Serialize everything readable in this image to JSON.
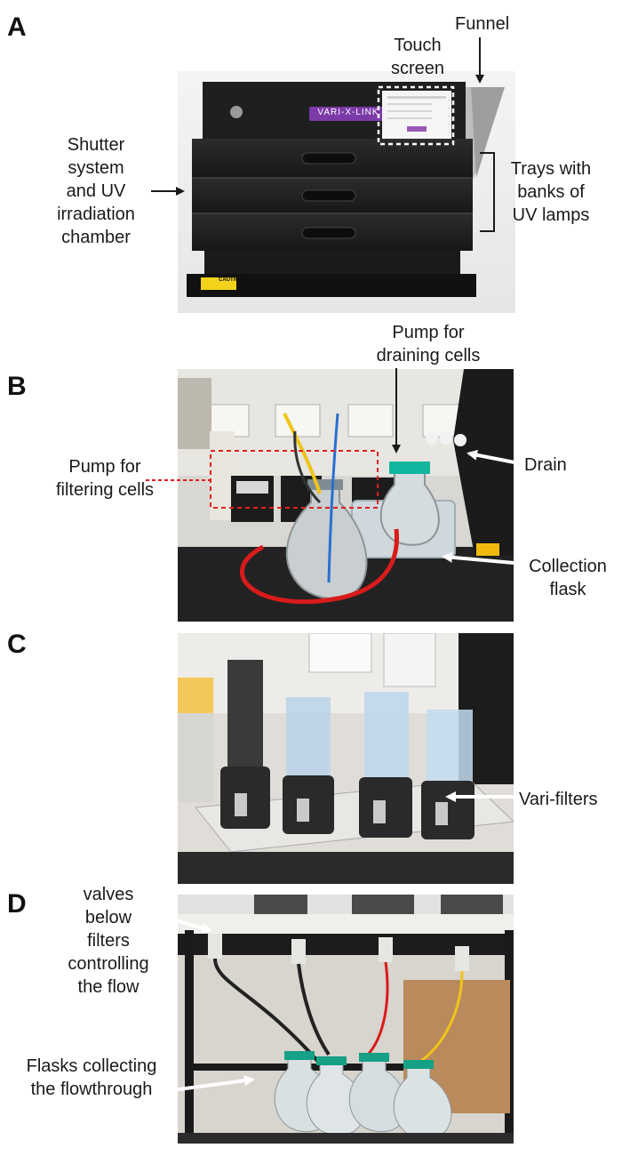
{
  "panels": {
    "a": {
      "letter": "A",
      "device_brand": "VARI-X-LINK",
      "caution_label": "CAUTION",
      "labels": {
        "touch_screen_1": "Touch",
        "touch_screen_2": "screen",
        "funnel": "Funnel",
        "shutter_1": "Shutter",
        "shutter_2": "system",
        "shutter_3": "and UV",
        "shutter_4": "irradiation",
        "shutter_5": "chamber",
        "trays_1": "Trays with",
        "trays_2": "banks of",
        "trays_3": "UV lamps"
      }
    },
    "b": {
      "letter": "B",
      "labels": {
        "pump_drain_1": "Pump for",
        "pump_drain_2": "draining cells",
        "pump_filter_1": "Pump for",
        "pump_filter_2": "filtering cells",
        "drain": "Drain",
        "collection_1": "Collection",
        "collection_2": "flask"
      }
    },
    "c": {
      "letter": "C",
      "labels": {
        "vari_filters": "Vari-filters"
      }
    },
    "d": {
      "letter": "D",
      "labels": {
        "valves_1": "valves",
        "valves_2": "below",
        "valves_3": "filters",
        "valves_4": "controlling",
        "valves_5": "the flow",
        "flasks_1": "Flasks collecting",
        "flasks_2": "the flowthrough"
      }
    }
  },
  "colors": {
    "arrow_black": "#1a1a1a",
    "arrow_white": "#ffffff",
    "dashed_red": "#e02020",
    "brand_purple": "#7b3aa8",
    "device_black": "#1e1e1e"
  }
}
